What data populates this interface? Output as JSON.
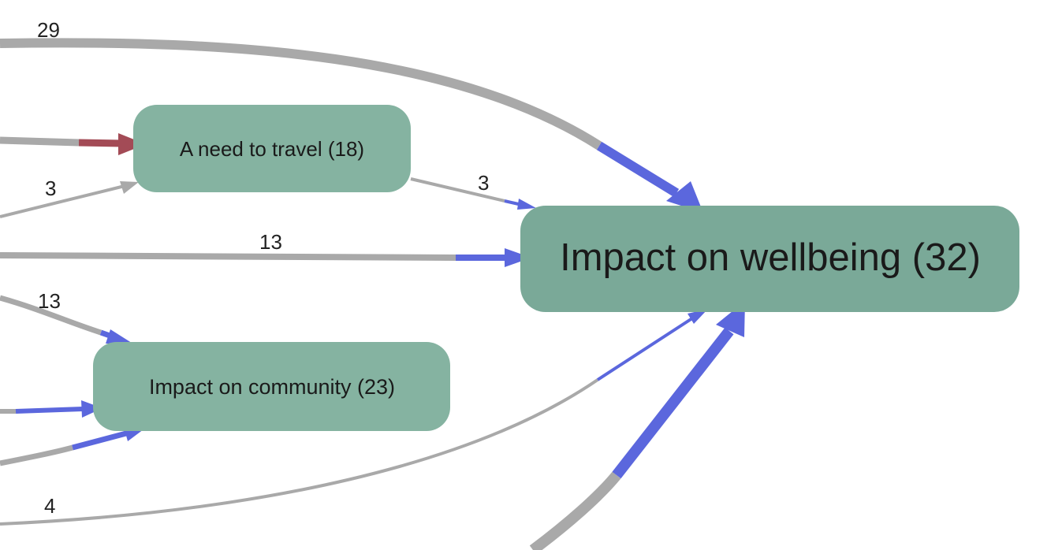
{
  "nodes": {
    "travel": {
      "label": "A need to travel (18)"
    },
    "wellbeing": {
      "label": "Impact on wellbeing (32)"
    },
    "community": {
      "label": "Impact on community (23)"
    }
  },
  "edge_labels": {
    "top": "29",
    "into_travel_lower": "3",
    "travel_to_wellbeing": "3",
    "middle_to_wellbeing": "13",
    "into_community_top": "13",
    "bottom_to_wellbeing": "4"
  },
  "colors": {
    "edge_neutral": "#a9a9a9",
    "edge_positive": "#5b67dd",
    "edge_negative": "#a34b56",
    "node_fill": "#85b3a1"
  }
}
